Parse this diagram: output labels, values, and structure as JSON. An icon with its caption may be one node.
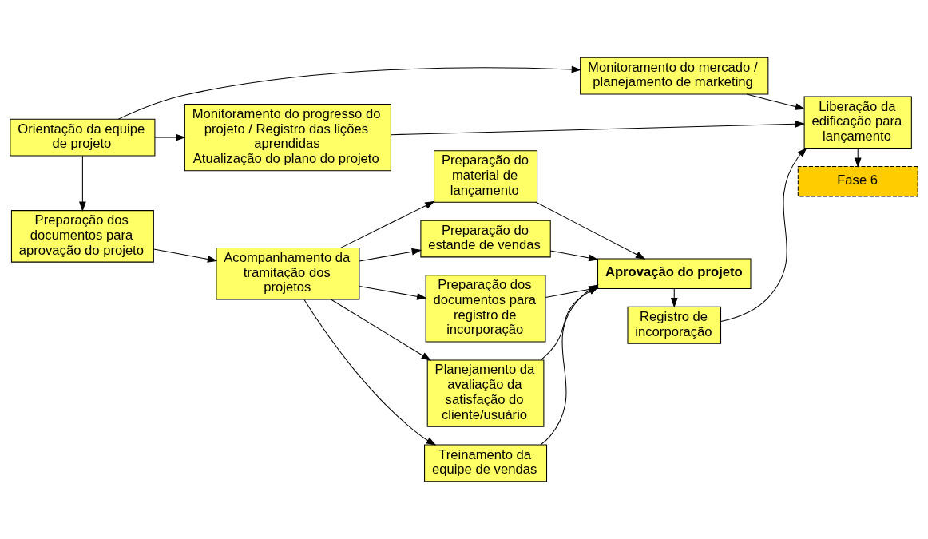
{
  "diagram": {
    "nodes": [
      {
        "text": [
          "Orientação da equipe de projeto"
        ]
      },
      {
        "text": [
          "Monitoramento do mercado / planejamento de marketing"
        ]
      },
      {
        "text": [
          "Preparação dos documentos para aprovação do projeto"
        ]
      },
      {
        "text": [
          "Acompanhamento da tramitação dos projetos"
        ]
      },
      {
        "text": [
          "Preparação do material de lançamento"
        ]
      },
      {
        "text": [
          "Preparação do estande de vendas"
        ]
      },
      {
        "text": [
          "Preparação dos documentos para registro de incorporação"
        ]
      },
      {
        "text": [
          "Planejamento da avaliação da satisfação do cliente/usuário"
        ]
      },
      {
        "text": [
          "Treinamento da equipe de vendas"
        ]
      },
      {
        "text": [
          "Aprovação do projeto"
        ]
      },
      {
        "text": [
          "Registro de incorporação"
        ]
      },
      {
        "text": [
          "Liberação da edificação para lançamento"
        ]
      },
      {
        "text": [
          "Fase 6"
        ]
      },
      {
        "text": [
          "Monitoramento do progresso do projeto / Registro das lições aprendidas",
          "Atualização do plano do projeto"
        ]
      }
    ],
    "edges": [
      {
        "from": 0,
        "to": 2,
        "arrow": "to"
      },
      {
        "from": 0,
        "to": 1,
        "arrow": "to"
      },
      {
        "from": 0,
        "to": 13,
        "arrow": "to"
      },
      {
        "from": 2,
        "to": 3,
        "arrow": "to"
      },
      {
        "from": 3,
        "to": 4,
        "arrow": "to"
      },
      {
        "from": 3,
        "to": 5,
        "arrow": "to"
      },
      {
        "from": 3,
        "to": 6,
        "arrow": "to"
      },
      {
        "from": 3,
        "to": 7,
        "arrow": "to"
      },
      {
        "from": 3,
        "to": 8,
        "arrow": "to"
      },
      {
        "from": 4,
        "to": 9,
        "arrow": "to"
      },
      {
        "from": 5,
        "to": 9,
        "arrow": "to"
      },
      {
        "from": 6,
        "to": 9,
        "arrow": "to"
      },
      {
        "from": 7,
        "to": 9,
        "arrow": "to"
      },
      {
        "from": 8,
        "to": 9,
        "arrow": "to"
      },
      {
        "from": 9,
        "to": 10,
        "arrow": "to"
      },
      {
        "from": 10,
        "to": 11,
        "arrow": "to"
      },
      {
        "from": 1,
        "to": 11,
        "arrow": "to"
      },
      {
        "from": 13,
        "to": 11,
        "arrow": "to"
      },
      {
        "from": 11,
        "to": 12,
        "arrow": "to"
      }
    ]
  }
}
